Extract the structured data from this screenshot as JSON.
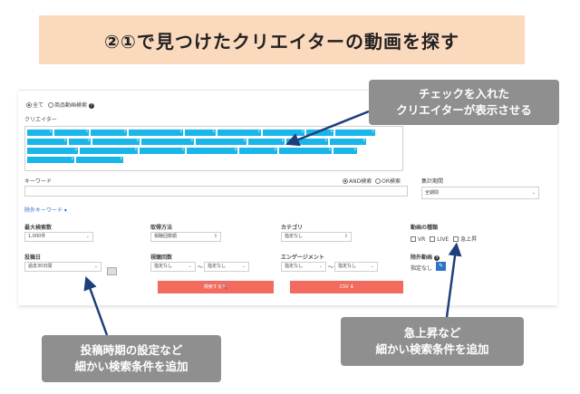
{
  "banner": {
    "title": "②①で見つけたクリエイターの動画を探す"
  },
  "search_type": {
    "all": "全て",
    "product": "商品動画検索"
  },
  "creator": {
    "label": "クリエイター"
  },
  "keyword": {
    "label": "キーワード",
    "and": "AND検索",
    "or": "OR検索"
  },
  "period": {
    "label": "集計期間",
    "value": "全期間"
  },
  "exclude_keyword": {
    "label": "除外キーワード ▾"
  },
  "max_results": {
    "label": "最大検索数",
    "value": "1,000件"
  },
  "fetch_method": {
    "label": "取得方法",
    "value": "視聴回数順"
  },
  "category": {
    "label": "カテゴリ",
    "value": "指定なし"
  },
  "video_type": {
    "label": "動画の種類",
    "vr": "VR",
    "live": "LIVE",
    "surge": "急上昇"
  },
  "post_date": {
    "label": "投稿日",
    "value": "過去30日間"
  },
  "views": {
    "label": "視聴回数",
    "from": "指定なし",
    "to": "指定なし",
    "sep": "〜"
  },
  "engagement": {
    "label": "エンゲージメント",
    "from": "指定なし",
    "to": "指定なし",
    "sep": "〜"
  },
  "exclude_channel": {
    "label": "除外動画",
    "value": "指定なし"
  },
  "buttons": {
    "search": "検索する🔍",
    "csv": "CSV ⬇"
  },
  "callouts": {
    "check": [
      "チェックを入れた",
      "クリエイターが表示させる"
    ],
    "post_period": [
      "投稿時期の設定など",
      "細かい検索条件を追加"
    ],
    "surge": [
      "急上昇など",
      "細かい検索条件を追加"
    ]
  },
  "colors": {
    "banner": "#fbd9bd",
    "tag": "#1ab6ea",
    "button": "#f36a5f",
    "callout": "#8f8f8f",
    "arrow": "#1e3f7a"
  }
}
